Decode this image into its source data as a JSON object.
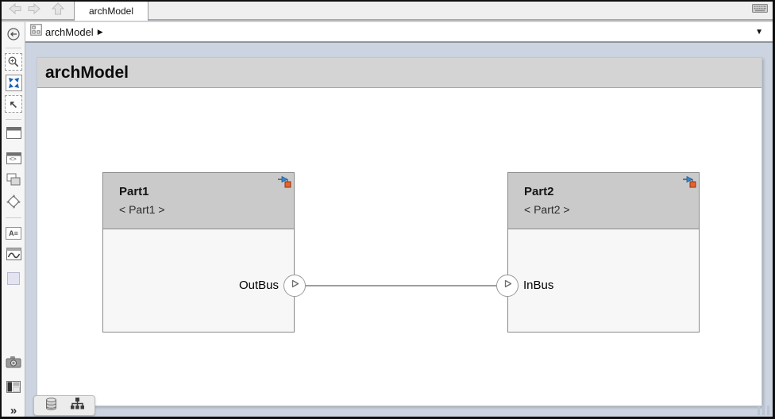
{
  "tab_bar": {
    "active_tab": "archModel"
  },
  "breadcrumb": {
    "model": "archModel",
    "expand_icon": "▶",
    "dropdown_icon": "▼"
  },
  "page": {
    "title": "archModel"
  },
  "components": [
    {
      "name": "Part1",
      "stereotype": "< Part1 >",
      "port": "OutBus"
    },
    {
      "name": "Part2",
      "stereotype": "< Part2 >",
      "port": "InBus"
    }
  ],
  "palette": {
    "expand_icon": "»",
    "annotation_glyph": "A≡",
    "code_glyph": "<>",
    "select_glyph": "↖"
  },
  "colors": {
    "canvas_bg": "#cbd4e0",
    "accent_blue": "#1c61bb",
    "badge_blue": "#3a86c8",
    "badge_orange": "#e8622d",
    "component_header": "#cacaca"
  }
}
